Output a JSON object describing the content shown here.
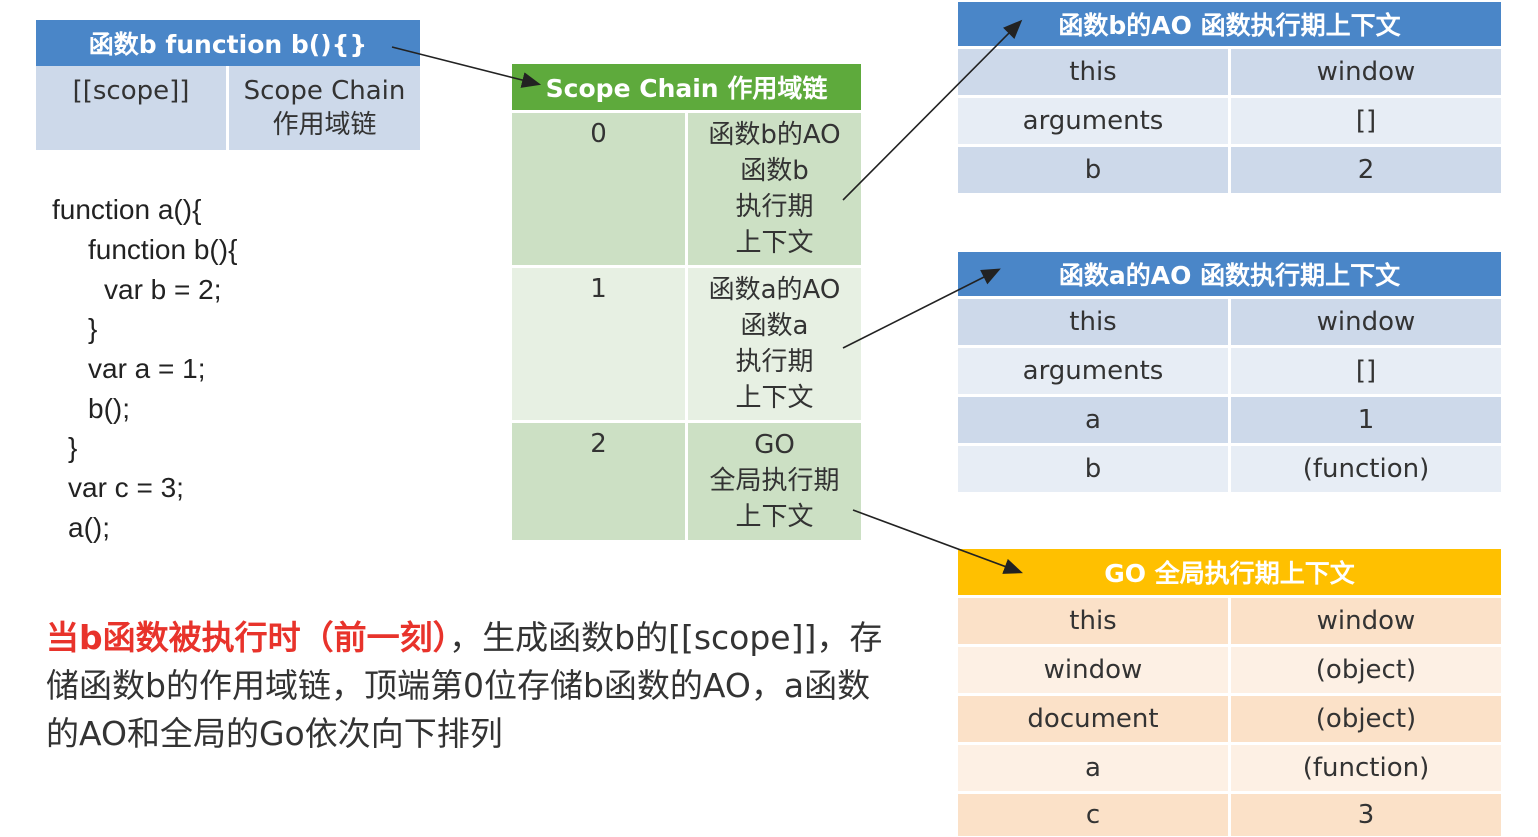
{
  "function_b_box": {
    "title": "函数b    function b(){}",
    "key": "[[scope]]",
    "value_line1": "Scope Chain",
    "value_line2": "作用域链"
  },
  "scope_chain": {
    "title": "Scope Chain 作用域链",
    "rows": [
      {
        "index": "0",
        "lines": [
          "函数b的AO",
          "函数b",
          "执行期",
          "上下文"
        ]
      },
      {
        "index": "1",
        "lines": [
          "函数a的AO",
          "函数a",
          "执行期",
          "上下文"
        ]
      },
      {
        "index": "2",
        "lines": [
          "GO",
          "全局执行期",
          "上下文"
        ]
      }
    ]
  },
  "ao_b": {
    "title": "函数b的AO 函数执行期上下文",
    "rows": [
      {
        "k": "this",
        "v": "window"
      },
      {
        "k": "arguments",
        "v": "[]"
      },
      {
        "k": "b",
        "v": "2"
      }
    ]
  },
  "ao_a": {
    "title": "函数a的AO 函数执行期上下文",
    "rows": [
      {
        "k": "this",
        "v": "window"
      },
      {
        "k": "arguments",
        "v": "[]"
      },
      {
        "k": "a",
        "v": "1"
      },
      {
        "k": "b",
        "v": "(function)"
      }
    ]
  },
  "go": {
    "title": "GO 全局执行期上下文",
    "rows": [
      {
        "k": "this",
        "v": "window"
      },
      {
        "k": "window",
        "v": "(object)"
      },
      {
        "k": "document",
        "v": "(object)"
      },
      {
        "k": "a",
        "v": "(function)"
      },
      {
        "k": "c",
        "v": "3"
      }
    ]
  },
  "code": [
    "function a(){",
    "function b(){",
    "var b = 2;",
    "}",
    "var a = 1;",
    "b();",
    "}",
    "var c = 3;",
    "a();"
  ],
  "note": {
    "highlight": "当b函数被执行时（前一刻）",
    "text": "，生成函数b的[[scope]]，存储函数b的作用域链，顶端第0位存储b函数的AO，a函数的AO和全局的Go依次向下排列"
  },
  "colors": {
    "blue_header": "#4a86c8",
    "blue_row_dark": "#cdd9ea",
    "blue_row_light": "#e7edf5",
    "green_header": "#5eaa3c",
    "green_row_dark": "#cce0c4",
    "green_row_light": "#e7f0e3",
    "orange_header": "#ffc000",
    "orange_row_dark": "#fbe1c8",
    "orange_row_light": "#fdf0e4",
    "highlight_red": "#e8332b"
  }
}
